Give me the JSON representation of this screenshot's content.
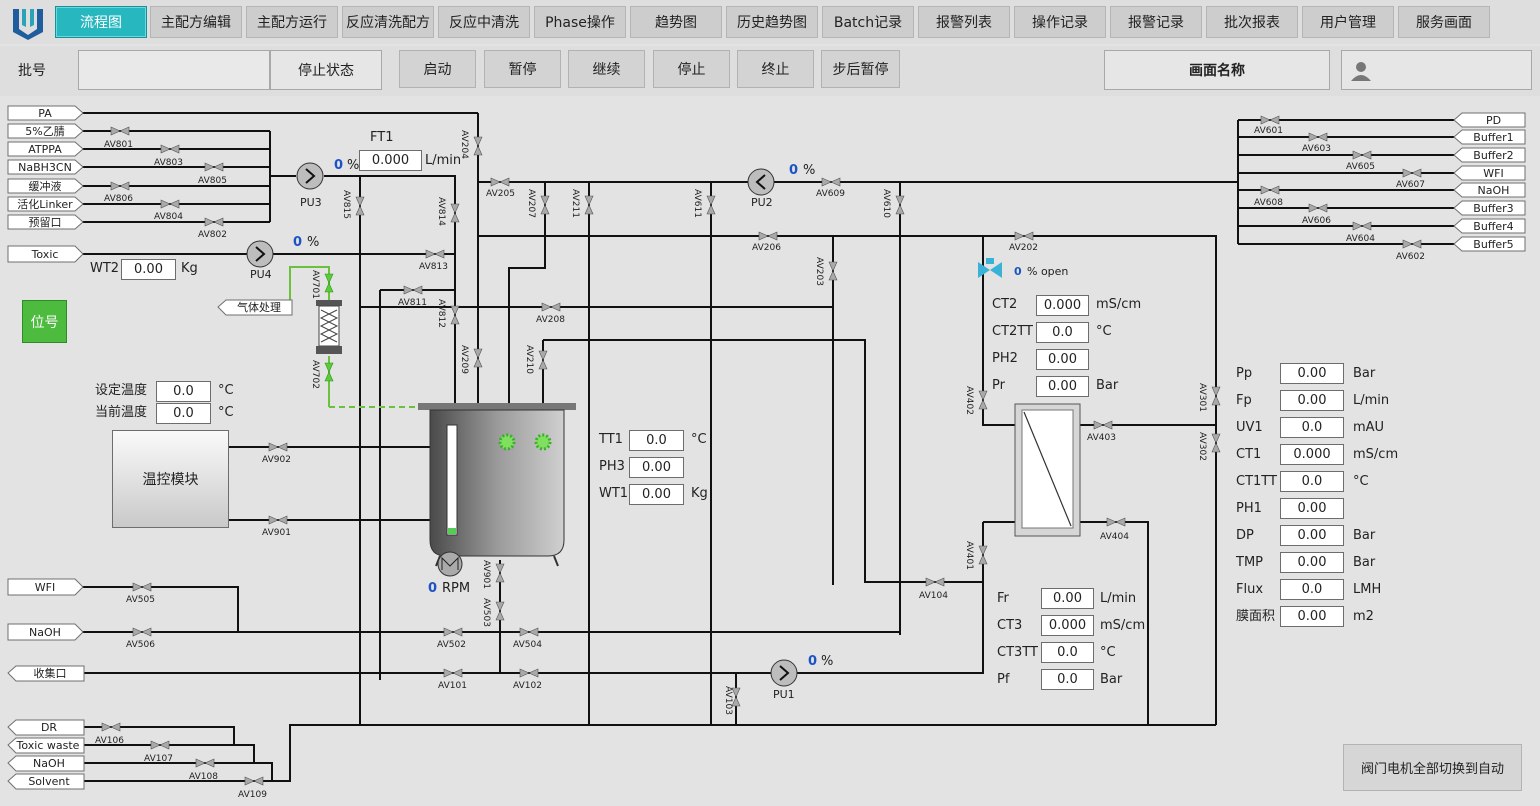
{
  "nav": {
    "tabs": [
      "流程图",
      "主配方编辑",
      "主配方运行",
      "反应清洗配方",
      "反应中清洗",
      "Phase操作",
      "趋势图",
      "历史趋势图",
      "Batch记录",
      "报警列表",
      "操作记录",
      "报警记录",
      "批次报表",
      "用户管理",
      "服务画面"
    ],
    "active_index": 0
  },
  "control": {
    "batch_label": "批号",
    "batch_value": "",
    "status": "停止状态",
    "buttons": [
      "启动",
      "暂停",
      "继续",
      "停止",
      "终止",
      "步后暂停"
    ],
    "screen_name": "画面名称"
  },
  "inlets_left": [
    "PA",
    "5%乙腈",
    "ATPPA",
    "NaBH3CN",
    "缓冲液",
    "活化Linker",
    "预留口"
  ],
  "inlets_right": [
    "PD",
    "Buffer1",
    "Buffer2",
    "WFI",
    "NaOH",
    "Buffer3",
    "Buffer4",
    "Buffer5"
  ],
  "toxic": "Toxic",
  "gas": "气体处理",
  "wfi_in": "WFI",
  "naoh_in": "NaOH",
  "collect": "收集口",
  "bottom_outlets": [
    "DR",
    "Toxic waste",
    "NaOH",
    "Solvent"
  ],
  "valves": {
    "left_h": [
      "AV801",
      "AV803",
      "AV805",
      "AV806",
      "AV804",
      "AV802"
    ],
    "misc_h": [
      "AV813",
      "AV811",
      "AV208",
      "AV205",
      "AV206",
      "AV609",
      "AV202",
      "AV403",
      "AV404",
      "AV104",
      "AV902",
      "AV901",
      "AV505",
      "AV506",
      "AV502",
      "AV504",
      "AV101",
      "AV102",
      "AV106",
      "AV107",
      "AV108",
      "AV109"
    ],
    "right_h": [
      "AV601",
      "AV603",
      "AV605",
      "AV607",
      "AV608",
      "AV606",
      "AV604",
      "AV602"
    ],
    "vertical": [
      "AV204",
      "AV815",
      "AV814",
      "AV812",
      "AV209",
      "AV701",
      "AV702",
      "AV207",
      "AV211",
      "AV210",
      "AV611",
      "AV610",
      "AV203",
      "AV402",
      "AV401",
      "AV301",
      "AV302",
      "AV901",
      "AV503",
      "AV103"
    ]
  },
  "ft1": {
    "label": "FT1",
    "value": "0.000",
    "unit": "L/min",
    "pct": "0",
    "pct_unit": "%"
  },
  "pumps": {
    "pu3": {
      "label": "PU3"
    },
    "pu4": {
      "label": "PU4",
      "pct": "0",
      "pct_unit": "%"
    },
    "pu2": {
      "label": "PU2",
      "pct": "0",
      "pct_unit": "%"
    },
    "pu1": {
      "label": "PU1",
      "pct": "0",
      "pct_unit": "%"
    }
  },
  "wt2": {
    "label": "WT2",
    "value": "0.00",
    "unit": "Kg"
  },
  "position_btn": "位号",
  "temp": {
    "set_label": "设定温度",
    "set_value": "0.0",
    "cur_label": "当前温度",
    "cur_value": "0.0",
    "unit": "°C",
    "module": "温控模块"
  },
  "reactor": {
    "tt1": {
      "label": "TT1",
      "value": "0.0",
      "unit": "°C"
    },
    "ph3": {
      "label": "PH3",
      "value": "0.00"
    },
    "wt1": {
      "label": "WT1",
      "value": "0.00",
      "unit": "Kg"
    },
    "rpm_value": "0",
    "rpm_unit": "RPM"
  },
  "mid_sensors": [
    {
      "label": "CT2",
      "value": "0.000",
      "unit": "mS/cm"
    },
    {
      "label": "CT2TT",
      "value": "0.0",
      "unit": "°C"
    },
    {
      "label": "PH2",
      "value": "0.00",
      "unit": ""
    },
    {
      "label": "Pr",
      "value": "0.00",
      "unit": "Bar"
    }
  ],
  "valve_open": {
    "pct": "0",
    "text": "% open"
  },
  "bottom_sensors": [
    {
      "label": "Fr",
      "value": "0.00",
      "unit": "L/min"
    },
    {
      "label": "CT3",
      "value": "0.000",
      "unit": "mS/cm"
    },
    {
      "label": "CT3TT",
      "value": "0.0",
      "unit": "°C"
    },
    {
      "label": "Pf",
      "value": "0.0",
      "unit": "Bar"
    }
  ],
  "right_sensors": [
    {
      "label": "Pp",
      "value": "0.00",
      "unit": "Bar"
    },
    {
      "label": "Fp",
      "value": "0.00",
      "unit": "L/min"
    },
    {
      "label": "UV1",
      "value": "0.0",
      "unit": "mAU"
    },
    {
      "label": "CT1",
      "value": "0.000",
      "unit": "mS/cm"
    },
    {
      "label": "CT1TT",
      "value": "0.0",
      "unit": "°C"
    },
    {
      "label": "PH1",
      "value": "0.00",
      "unit": ""
    },
    {
      "label": "DP",
      "value": "0.00",
      "unit": "Bar"
    },
    {
      "label": "TMP",
      "value": "0.00",
      "unit": "Bar"
    },
    {
      "label": "Flux",
      "value": "0.0",
      "unit": "LMH"
    },
    {
      "label": "膜面积",
      "value": "0.00",
      "unit": "m2"
    }
  ],
  "auto_btn": "阀门电机全部切换到自动",
  "colors": {
    "accent": "#27b7bf",
    "green": "#4dbb3e",
    "pipe": "#111111",
    "gas_pipe": "#6ac23c",
    "value_blue": "#1c53c4"
  }
}
